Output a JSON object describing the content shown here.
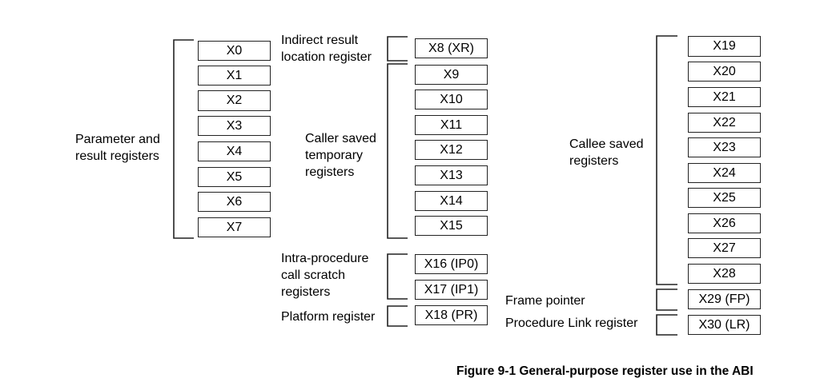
{
  "groups": {
    "parameter": [
      "Parameter and",
      "result registers"
    ],
    "indirect": [
      "Indirect result",
      "location register"
    ],
    "caller_saved": [
      "Caller saved",
      "temporary",
      "registers"
    ],
    "intra_procedure": [
      "Intra-procedure",
      "call scratch",
      "registers"
    ],
    "platform": "Platform register",
    "callee_saved": [
      "Callee saved",
      "registers"
    ],
    "frame_pointer": "Frame pointer",
    "procedure_link": "Procedure Link register"
  },
  "registers": {
    "left": [
      "X0",
      "X1",
      "X2",
      "X3",
      "X4",
      "X5",
      "X6",
      "X7"
    ],
    "middle": [
      "X8 (XR)",
      "X9",
      "X10",
      "X11",
      "X12",
      "X13",
      "X14",
      "X15",
      "X16 (IP0)",
      "X17 (IP1)",
      "X18 (PR)"
    ],
    "right": [
      "X19",
      "X20",
      "X21",
      "X22",
      "X23",
      "X24",
      "X25",
      "X26",
      "X27",
      "X28",
      "X29 (FP)",
      "X30 (LR)"
    ]
  },
  "caption": "Figure 9-1 General-purpose register use in the ABI"
}
